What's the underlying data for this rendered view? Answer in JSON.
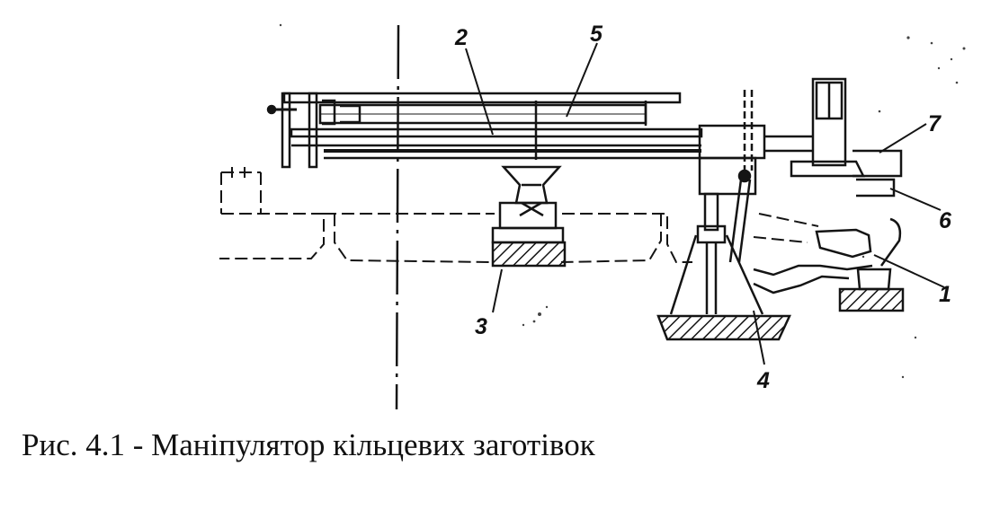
{
  "callouts": {
    "part_1": "1",
    "part_2": "2",
    "part_3": "3",
    "part_4": "4",
    "part_5": "5",
    "part_6": "6",
    "part_7": "7"
  },
  "caption": "Рис. 4.1 - Маніпулятор кільцевих заготівок"
}
